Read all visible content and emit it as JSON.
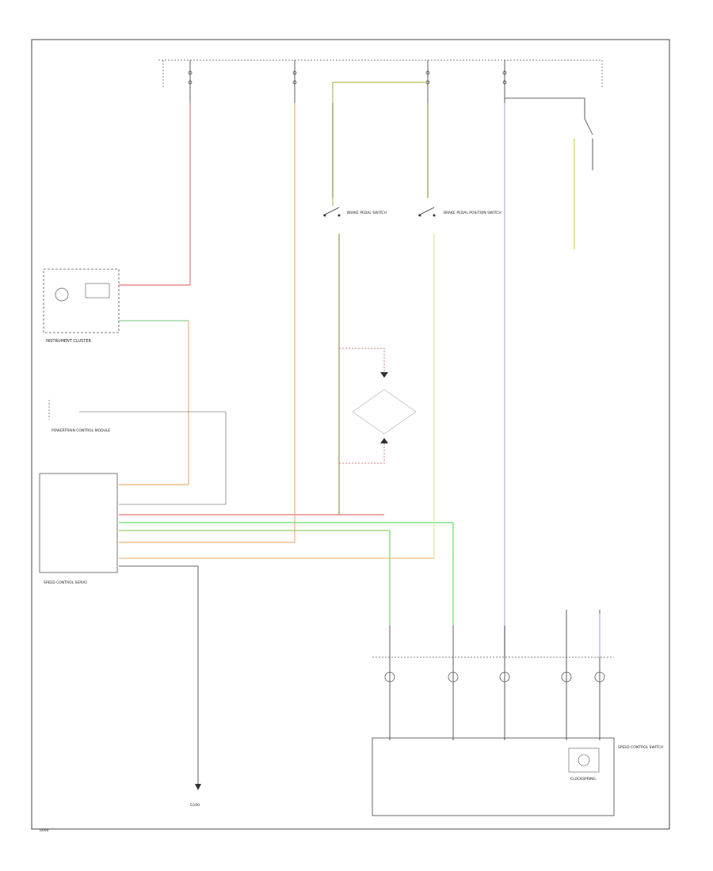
{
  "diagram": {
    "page_code": "0000",
    "components": {
      "instrument_cluster": "INSTRUMENT CLUSTER",
      "powertrain_module": "POWERTRAIN CONTROL MODULE",
      "speed_control_module": "SPEED CONTROL SERVO",
      "speed_control_switch": "SPEED CONTROL SWITCH",
      "clockspring": "CLOCKSPRING",
      "brake_pedal_switch": "BRAKE PEDAL SWITCH",
      "brake_pedal_position_switch": "BRAKE PEDAL POSITION SWITCH",
      "ground": "G100"
    }
  }
}
